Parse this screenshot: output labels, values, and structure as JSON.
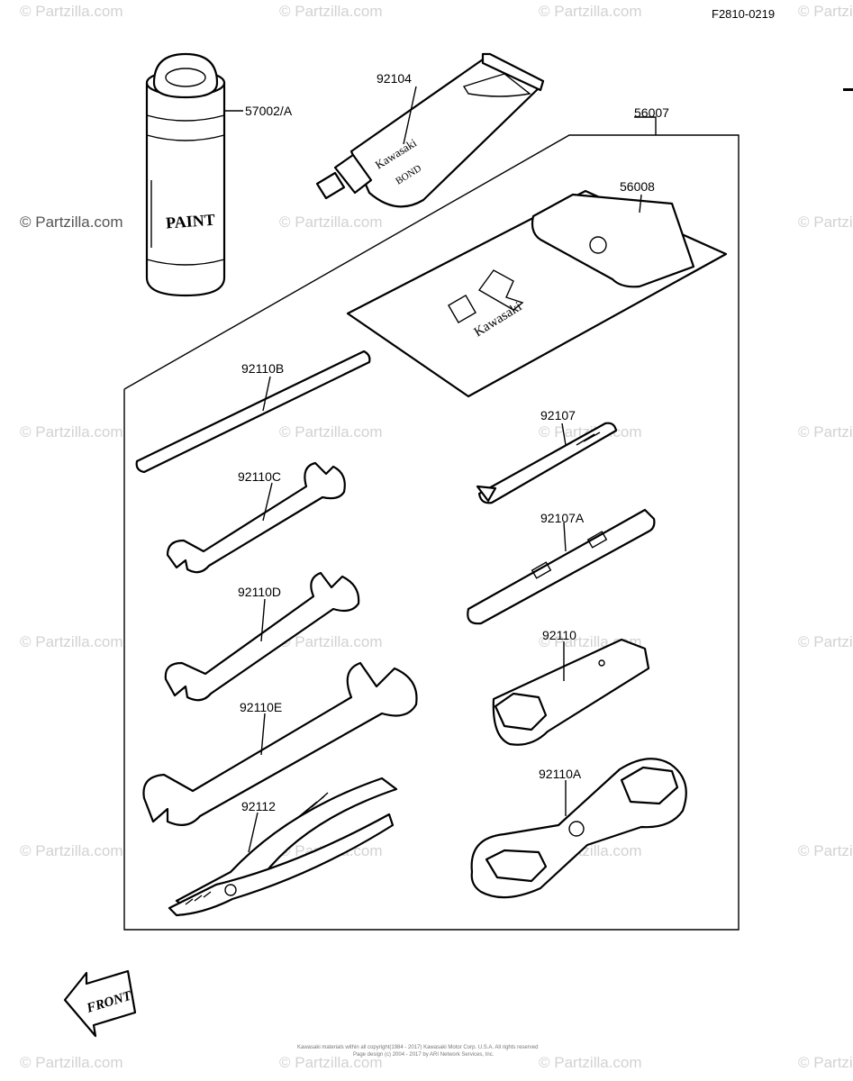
{
  "drawing_id": "F2810-0219",
  "watermark": "© Partzilla.com",
  "parts": [
    {
      "id": "57002/A"
    },
    {
      "id": "92104"
    },
    {
      "id": "56007"
    },
    {
      "id": "56008"
    },
    {
      "id": "92110B"
    },
    {
      "id": "92107"
    },
    {
      "id": "92110C"
    },
    {
      "id": "92107A"
    },
    {
      "id": "92110D"
    },
    {
      "id": "92110"
    },
    {
      "id": "92110E"
    },
    {
      "id": "92110A"
    },
    {
      "id": "92112"
    }
  ],
  "can_text": "PAINT",
  "tube_text": [
    "Kawasaki",
    "BOND"
  ],
  "pouch_text": "Kawasaki",
  "front_label": "FRONT",
  "footer": [
    "Kawasaki materials within all copyright(1984 - 2017) Kawasaki Motor Corp. U.S.A. All rights reserved",
    "Page design (c) 2004 - 2017 by ARI Network Services, Inc."
  ]
}
